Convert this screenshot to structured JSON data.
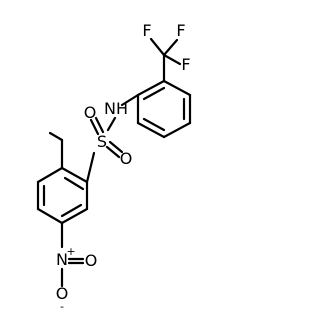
{
  "structure": {
    "atoms": {
      "nh": "NH",
      "s": "S",
      "o_upper": "O",
      "o_lower": "O",
      "f_top_left": "F",
      "f_top_right": "F",
      "f_right": "F",
      "n_nitro": "N",
      "n_charge": "+",
      "o_nitro_right": "O",
      "o_nitro_bottom": "O",
      "o_charge": "-"
    },
    "colors": {
      "bond": "#000000",
      "label": "#000000",
      "background": "#ffffff"
    }
  }
}
